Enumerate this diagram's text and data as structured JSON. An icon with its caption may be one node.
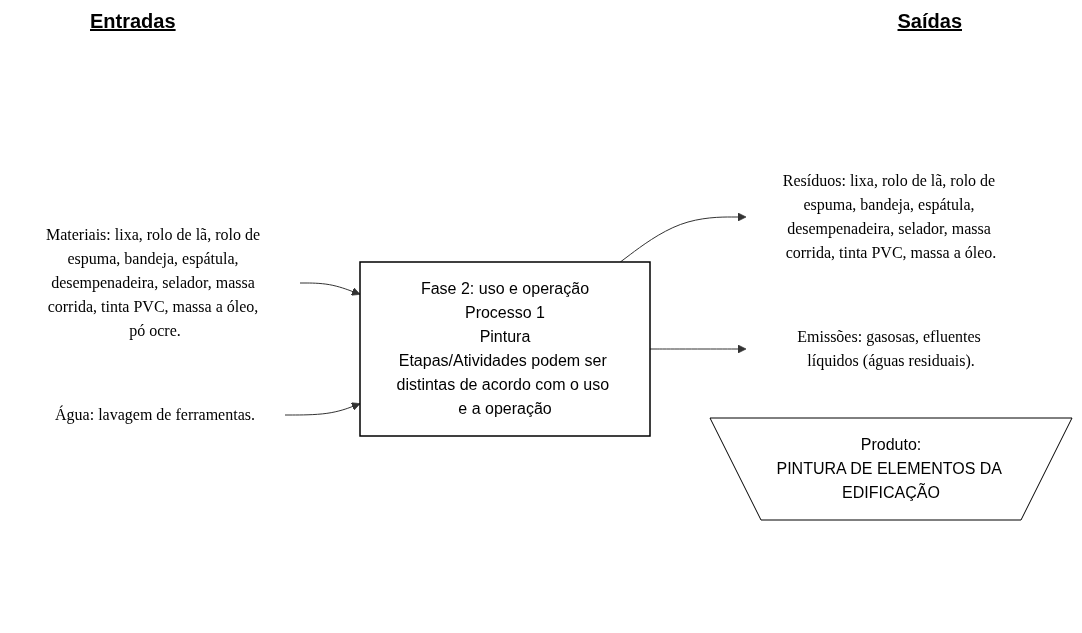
{
  "diagram": {
    "nodes": [
      {
        "text": [
          "Materiais: lixa, rolo de lã, rolo de espuma, bandeja, espátula, desempenadeira, selador, massa corrida, tinta PVC, massa a óleo, pó ocre."
        ]
      },
      {
        "text": [
          "Água: lavagem de ferramentas."
        ]
      },
      {
        "text": [
          "Fase 2: uso e operação",
          "Processo 1",
          "Pintura",
          "Etapas/Atividades podem ser distintas de acordo com o uso e a operação"
        ]
      },
      {
        "text": [
          "Resíduos: lixa, rolo de lã, rolo de espuma, bandeja, espátula, desempenadeira, selador, massa corrida, tinta PVC, massa a óleo."
        ]
      },
      {
        "text": [
          "Emissões: gasosas, efluentes líquidos (águas residuais)."
        ]
      },
      {
        "text": [
          "Produto:",
          "PINTURA DE ELEMENTOS DA EDIFICAÇÃO"
        ]
      }
    ],
    "edges": [
      {
        "from": 0,
        "to": 2,
        "arrow": "to"
      },
      {
        "from": 1,
        "to": 2,
        "arrow": "to"
      },
      {
        "from": 2,
        "to": 3,
        "arrow": "to"
      },
      {
        "from": 2,
        "to": 4,
        "arrow": "to"
      }
    ],
    "labels": [
      "Entradas",
      "Saídas"
    ]
  }
}
